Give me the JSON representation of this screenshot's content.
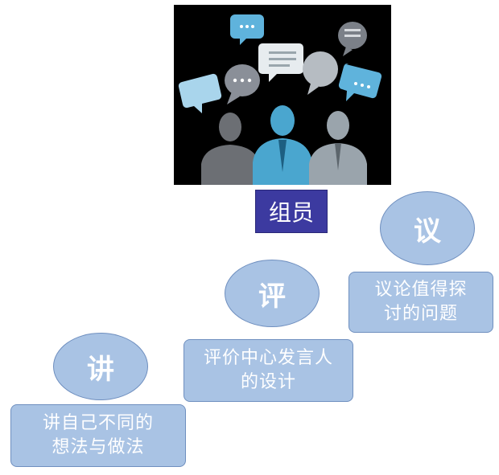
{
  "title": "组员",
  "steps": [
    {
      "char": "讲",
      "lines": [
        "讲自己不同的",
        "想法与做法"
      ]
    },
    {
      "char": "评",
      "lines": [
        "评价中心发言人",
        "的设计"
      ]
    },
    {
      "char": "议",
      "lines": [
        "议论值得探",
        "讨的问题"
      ]
    }
  ],
  "image": {
    "icons": [
      "chat-bubble-icon",
      "person-silhouette-icon"
    ],
    "colors": {
      "bubble_blue": "#5fb3dc",
      "bubble_gray": "#8a8f98",
      "bg": "#000000"
    }
  },
  "colors": {
    "shape_fill": "#a9c3e4",
    "shape_border": "#6f8fbf",
    "title_fill": "#3c3aa0",
    "text": "#ffffff"
  }
}
